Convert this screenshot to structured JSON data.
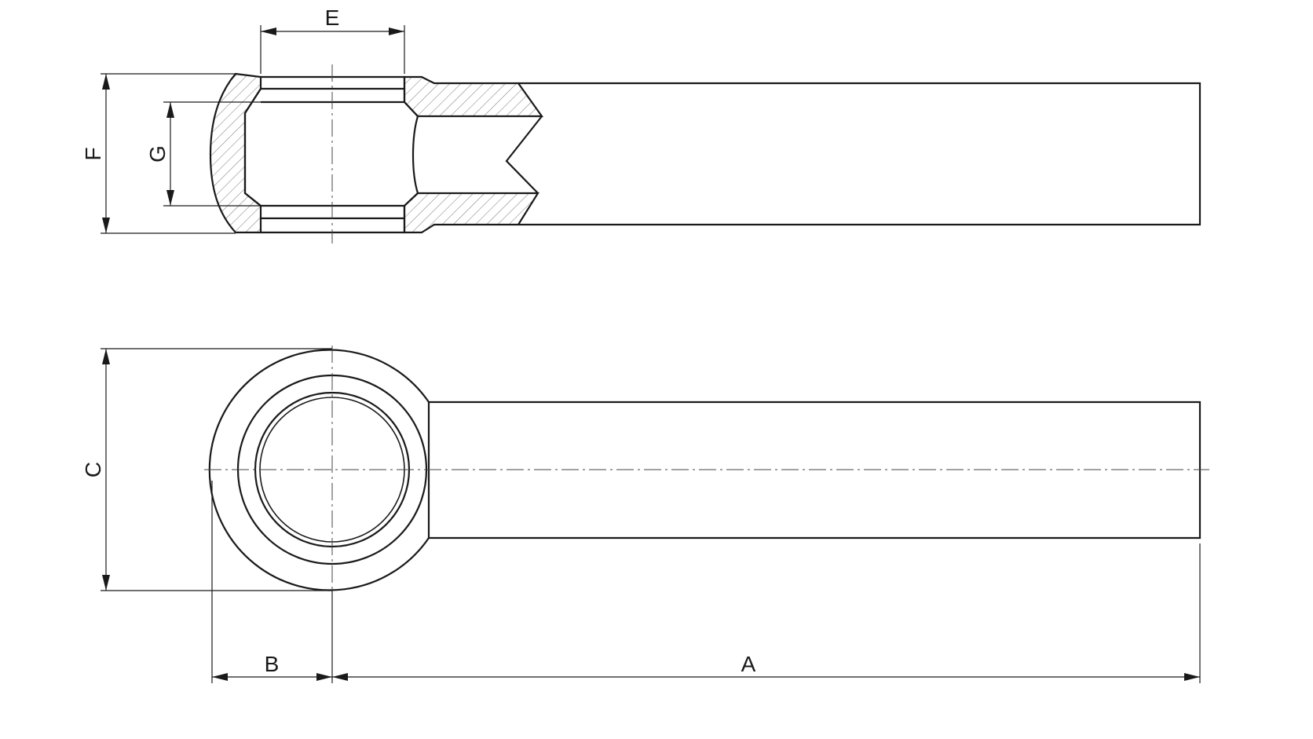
{
  "dimensions": {
    "A": "A",
    "B": "B",
    "C": "C",
    "E": "E",
    "F": "F",
    "G": "G"
  }
}
